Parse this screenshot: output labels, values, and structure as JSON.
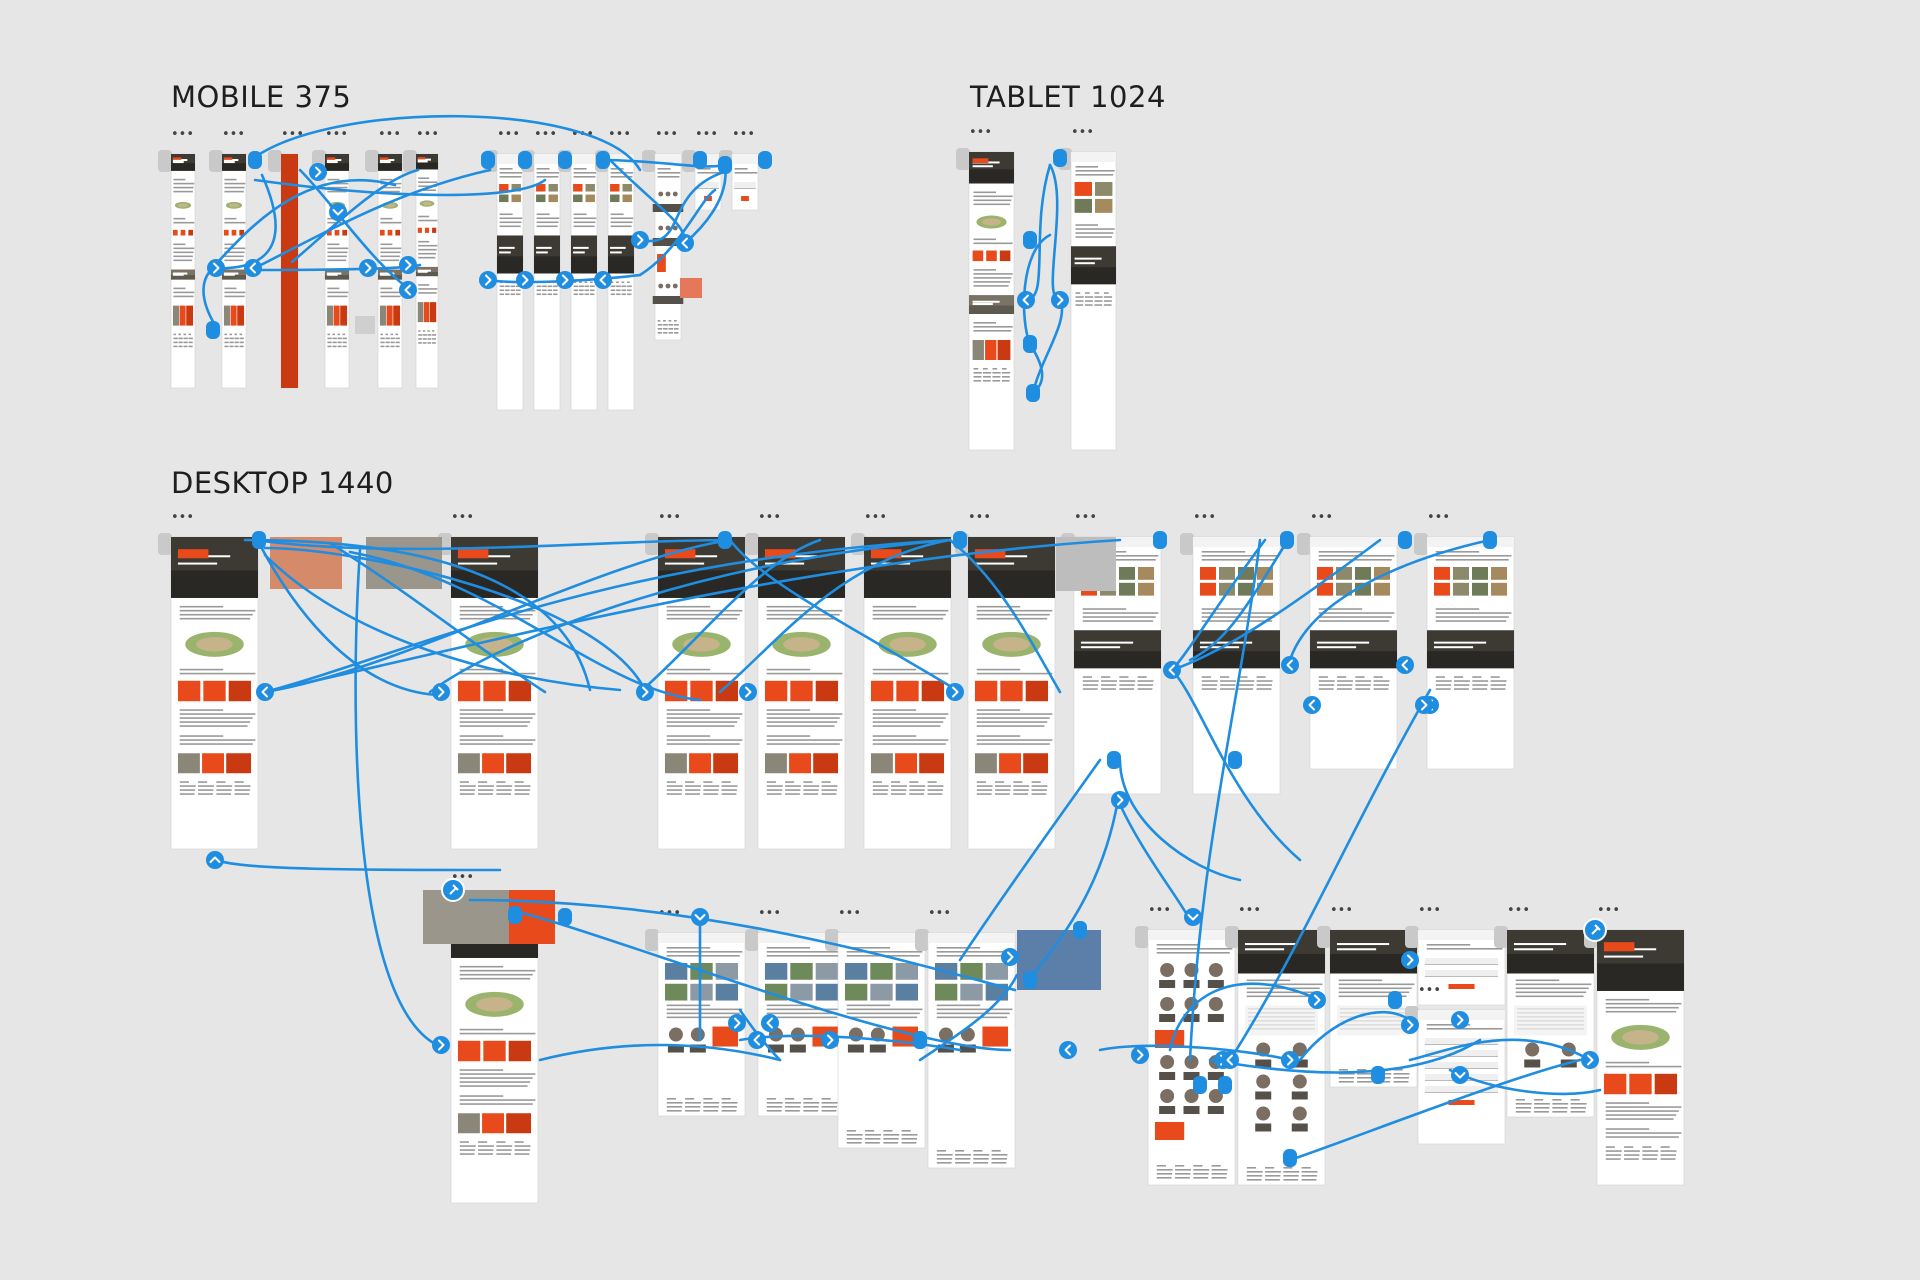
{
  "sections": {
    "mobile": "MOBILE 375",
    "tablet": "TABLET 1024",
    "desktop": "DESKTOP 1440"
  },
  "artboard_menu_label": "•••",
  "colors": {
    "background": "#e6e6e6",
    "artboard": "#ffffff",
    "accent": "#e84a1c",
    "accent_dark": "#c93a12",
    "wire": "#1f8de0",
    "photo": "#7a7468",
    "photo_dark": "#3d3a34",
    "green": "#9ab46e"
  },
  "icons": {
    "connector": "blue-connector-node",
    "arrow_next": "chevron-right-icon",
    "arrow_prev": "chevron-left-icon",
    "arrow_up": "chevron-up-icon",
    "arrow_down": "chevron-down-icon",
    "pin": "pin-icon"
  }
}
